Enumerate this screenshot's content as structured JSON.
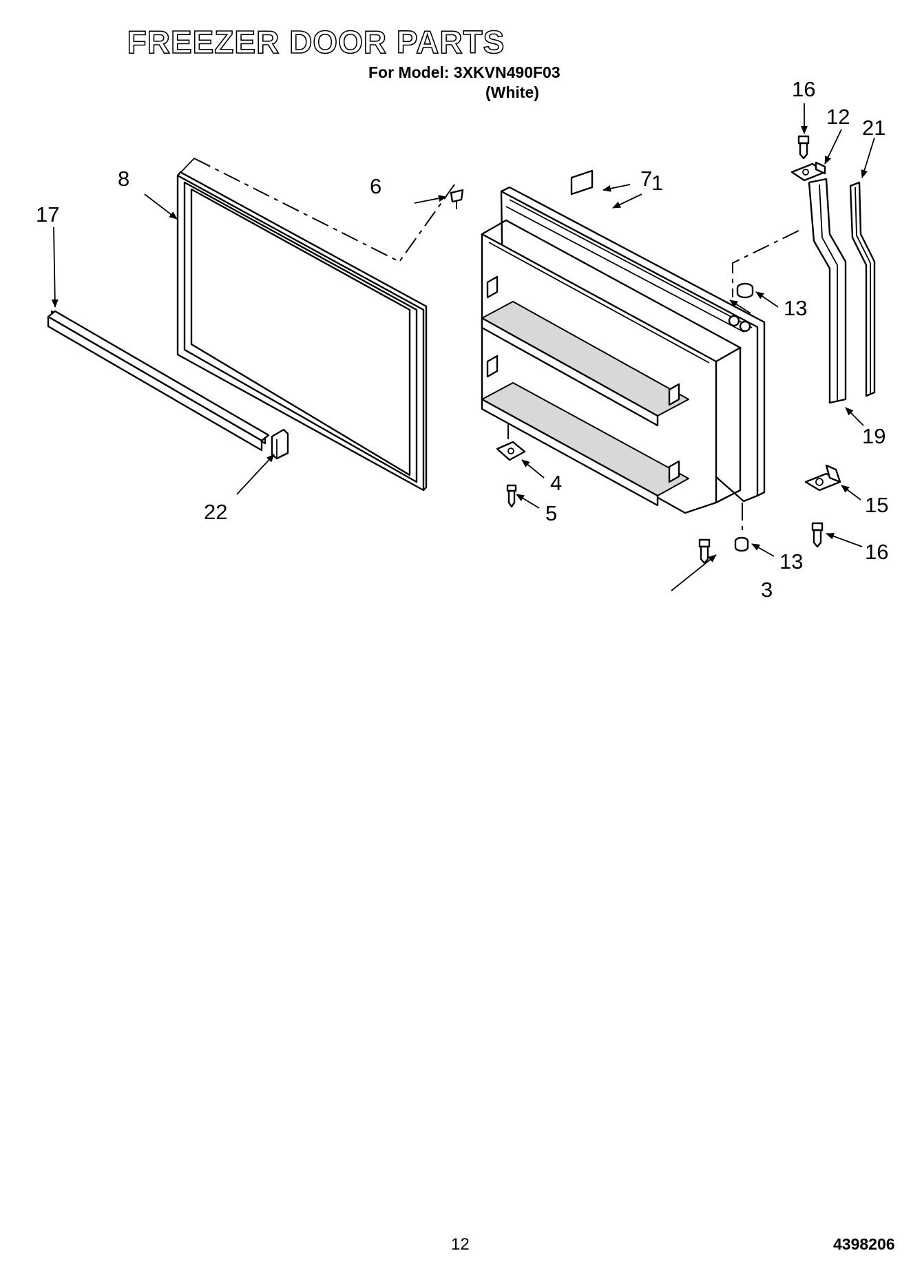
{
  "header": {
    "title": "FREEZER DOOR PARTS",
    "model_line": "For Model: 3XKVN490F03",
    "color_line": "(White)"
  },
  "callouts": {
    "c1": "1",
    "c3": "3",
    "c4": "4",
    "c5": "5",
    "c6": "6",
    "c7": "7",
    "c8": "8",
    "c12": "12",
    "c13a": "13",
    "c13b": "13",
    "c15": "15",
    "c16a": "16",
    "c16b": "16",
    "c17": "17",
    "c19": "19",
    "c21": "21",
    "c22": "22"
  },
  "footer": {
    "page_number": "12",
    "document_code": "4398206"
  }
}
